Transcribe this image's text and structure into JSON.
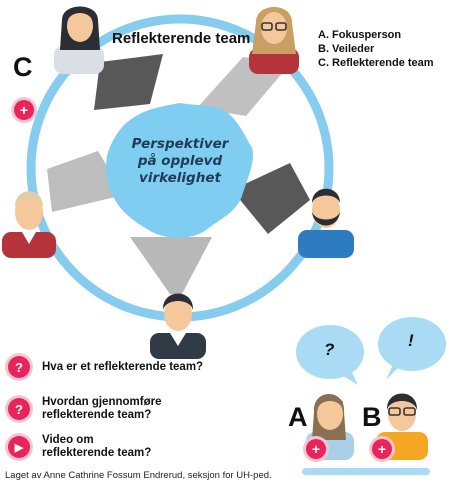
{
  "diagram": {
    "team_title": "Reflekterende team",
    "letter_c": "C",
    "center_lines": [
      "Perspektiver",
      "på opplevd",
      "virkelighet"
    ],
    "legend": [
      "A. Fokusperson",
      "B. Veileder",
      "C. Reflekterende team"
    ]
  },
  "links": [
    {
      "icon": "?",
      "lines": [
        "Hva er et reflekterende team?"
      ]
    },
    {
      "icon": "?",
      "lines": [
        "Hvordan gjennomføre",
        "reflekterende team?"
      ]
    },
    {
      "icon": "▶",
      "lines": [
        "Video om",
        "reflekterende team?"
      ]
    }
  ],
  "roles": {
    "bubble_a": "?",
    "bubble_b": "!",
    "letter_a": "A",
    "letter_b": "B"
  },
  "buttons": {
    "plus": "+"
  },
  "footer": "Laget av Anne Cathrine Fossum Endrerud, seksjon for UH-ped.",
  "colors": {
    "ring": "#86ccee",
    "star": "#7fcdf0",
    "accent": "#e8245a",
    "beam_dark": "#555555",
    "beam_light": "#bdbdbd"
  }
}
